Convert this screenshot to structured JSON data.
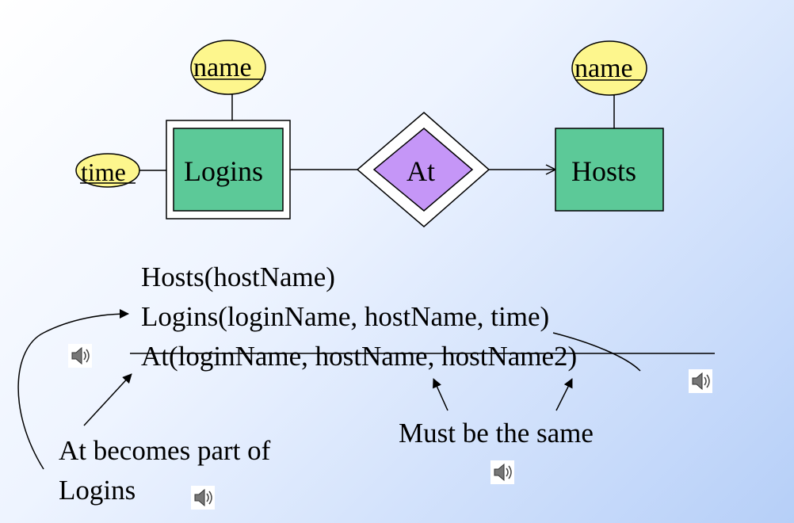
{
  "diagram": {
    "entities": {
      "logins": "Logins",
      "hosts": "Hosts"
    },
    "relationship": "At",
    "attributes": {
      "logins_name": "name",
      "logins_time": "time",
      "hosts_name": "name"
    }
  },
  "relations": [
    "Hosts(hostName)",
    "Logins(loginName, hostName, time)",
    "At(loginName, hostName, hostName2)"
  ],
  "annotations": {
    "merge_note_line1": "At becomes part of",
    "merge_note_line2": "Logins",
    "same_note": "Must be the same"
  },
  "colors": {
    "entity_fill": "#5cc998",
    "relationship_fill": "#c596f7",
    "attribute_fill": "#fdf68d"
  },
  "icons": [
    "speaker-icon",
    "speaker-icon",
    "speaker-icon",
    "speaker-icon"
  ]
}
